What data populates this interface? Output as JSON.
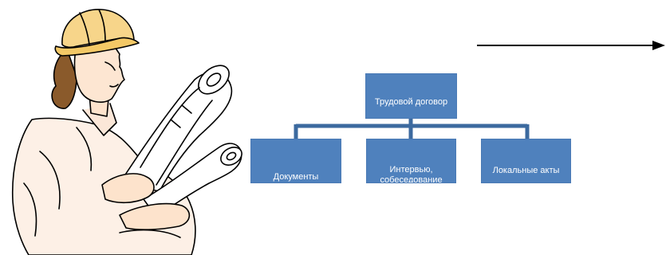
{
  "diagram": {
    "root": {
      "label": "Трудовой договор"
    },
    "children": [
      {
        "label": "Документы"
      },
      {
        "label": "Интервью, собеседование"
      },
      {
        "label": "Локальные акты"
      }
    ]
  },
  "colors": {
    "box_fill": "#4f81bd",
    "connector": "#3c6a9f",
    "text": "#ffffff",
    "arrow": "#000000"
  },
  "illustration": {
    "icon": "worker-with-blueprints-icon"
  }
}
